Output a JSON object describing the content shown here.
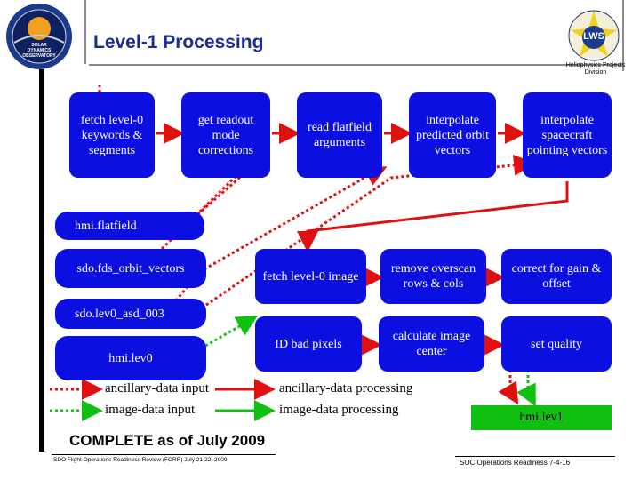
{
  "header": {
    "title": "Level-1 Processing",
    "division": "Heliophysics Projects Division",
    "left_logo_text": "SOLAR DYNAMICS OBSERVATORY",
    "right_logo_text": "LWS"
  },
  "process_boxes": {
    "fetch_keywords": "fetch level-0 keywords & segments",
    "readout_corrections": "get readout mode corrections",
    "flatfield_args": "read flatfield arguments",
    "orbit_vectors": "interpolate predicted orbit vectors",
    "pointing_vectors": "interpolate spacecraft pointing vectors",
    "fetch_image": "fetch level-0 image",
    "remove_overscan": "remove overscan rows & cols",
    "gain_offset": "correct for gain & offset",
    "bad_pixels": "ID bad pixels",
    "image_center": "calculate image center",
    "set_quality": "set quality"
  },
  "data_series": {
    "flatfield": "hmi.flatfield",
    "orbit": "sdo.fds_orbit_vectors",
    "asd": "sdo.lev0_asd_003",
    "lev0": "hmi.lev0",
    "lev1": "hmi.lev1"
  },
  "legend": {
    "ancillary_input": "ancillary-data input",
    "image_input": "image-data input",
    "ancillary_processing": "ancillary-data processing",
    "image_processing": "image-data processing"
  },
  "colors": {
    "process_box": "#0b10e0",
    "ancillary_red": "#e01010",
    "image_green": "#10c010",
    "title_blue": "#1a2a9c"
  },
  "footer": {
    "status": "COMPLETE as of July 2009",
    "review": "SDO Flight Operations Readiness Review (FORR) July 21-22, 2009",
    "page": "SOC Operations Readiness 7-4-16"
  }
}
